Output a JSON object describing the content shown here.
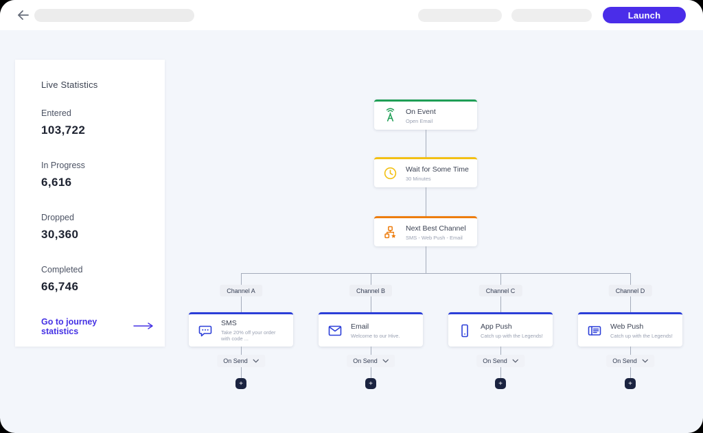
{
  "topbar": {
    "launch_label": "Launch"
  },
  "stats": {
    "title": "Live Statistics",
    "items": [
      {
        "label": "Entered",
        "value": "103,722"
      },
      {
        "label": "In Progress",
        "value": "6,616"
      },
      {
        "label": "Dropped",
        "value": "30,360"
      },
      {
        "label": "Completed",
        "value": "66,746"
      }
    ],
    "link_label": "Go to journey statistics"
  },
  "flow": {
    "nodes": [
      {
        "title": "On Event",
        "subtitle": "Open Email",
        "accent": "#1e9e55",
        "icon": "broadcast-icon"
      },
      {
        "title": "Wait for Some Time",
        "subtitle": "30 Minutes",
        "accent": "#f2c014",
        "icon": "clock-icon"
      },
      {
        "title": "Next Best Channel",
        "subtitle": "SMS - Web Push - Email",
        "accent": "#ed7d0e",
        "icon": "hierarchy-star-icon"
      }
    ],
    "branches": [
      {
        "channel": "Channel A",
        "title": "SMS",
        "subtitle": "Take 20% off your order with code ...",
        "trigger": "On Send",
        "icon": "sms-icon"
      },
      {
        "channel": "Channel B",
        "title": "Email",
        "subtitle": "Welcome to our Hive.",
        "trigger": "On Send",
        "icon": "email-icon"
      },
      {
        "channel": "Channel C",
        "title": "App Push",
        "subtitle": "Catch up with the Legends!",
        "trigger": "On Send",
        "icon": "app-push-icon"
      },
      {
        "channel": "Channel D",
        "title": "Web Push",
        "subtitle": "Catch up with the Legends!",
        "trigger": "On Send",
        "icon": "web-push-icon"
      }
    ],
    "accent_blue": "#2b3ed8",
    "add_label": "+"
  },
  "colors": {
    "launch_bg": "#4a2de9",
    "link": "#4431e4",
    "canvas_bg": "#f3f6fb",
    "connector": "#a3abba"
  }
}
